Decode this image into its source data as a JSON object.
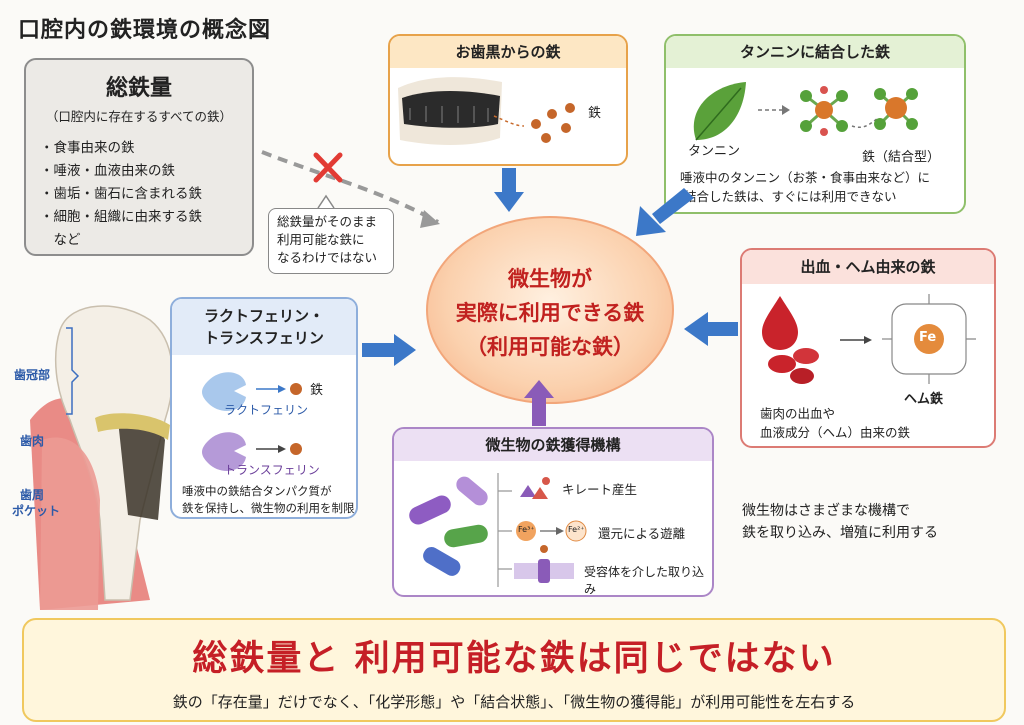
{
  "title": "口腔内の鉄環境の概念図",
  "total": {
    "title": "総鉄量",
    "subtitle": "（口腔内に存在するすべての鉄）",
    "items": [
      "・食事由来の鉄",
      "・唾液・血液由来の鉄",
      "・歯垢・歯石に含まれる鉄",
      "・細胞・組織に由来する鉄",
      "　など"
    ]
  },
  "note": {
    "line1": "総鉄量がそのまま",
    "line2": "利用可能な鉄に",
    "line3": "なるわけではない"
  },
  "ohaguro": {
    "title": "お歯黒からの鉄",
    "iron_label": "鉄"
  },
  "tannin": {
    "title": "タンニンに結合した鉄",
    "tannin_label": "タンニン",
    "bound_label": "鉄（結合型）",
    "desc1": "唾液中のタンニン（お茶・食事由来など）に",
    "desc2": "結合した鉄は、すぐには利用できない"
  },
  "center": {
    "line1": "微生物が",
    "line2": "実際に利用できる鉄",
    "line3": "（利用可能な鉄）"
  },
  "lacto": {
    "title1": "ラクトフェリン・",
    "title2": "トランスフェリン",
    "iron_label": "鉄",
    "lacto_label": "ラクトフェリン",
    "trans_label": "トランスフェリン",
    "desc1": "唾液中の鉄結合タンパク質が",
    "desc2": "鉄を保持し、微生物の利用を制限"
  },
  "bleed": {
    "title": "出血・ヘム由来の鉄",
    "fe": "Fe",
    "heme_label": "ヘム鉄",
    "desc1": "歯肉の出血や",
    "desc2": "血液成分（ヘム）由来の鉄"
  },
  "mech": {
    "title": "微生物の鉄獲得機構",
    "chelate": "キレート産生",
    "reduction": "還元による遊離",
    "receptor": "受容体を介した取り込み",
    "fe3": "Fe³⁺",
    "fe2": "Fe²⁺"
  },
  "right_note": {
    "line1": "微生物はさまざまな機構で",
    "line2": "鉄を取り込み、増殖に利用する"
  },
  "tooth": {
    "crown": "歯冠部",
    "gingiva": "歯肉",
    "pocket1": "歯周",
    "pocket2": "ポケット"
  },
  "bottom": {
    "main": "総鉄量と 利用可能な鉄は同じではない",
    "sub": "鉄の「存在量」だけでなく、「化学形態」や「結合状態」、「微生物の獲得能」が利用可能性を左右する"
  },
  "colors": {
    "accent_red": "#c51f26",
    "arrow_blue": "#3c78c8",
    "arrow_purple": "#8a5bb8"
  }
}
